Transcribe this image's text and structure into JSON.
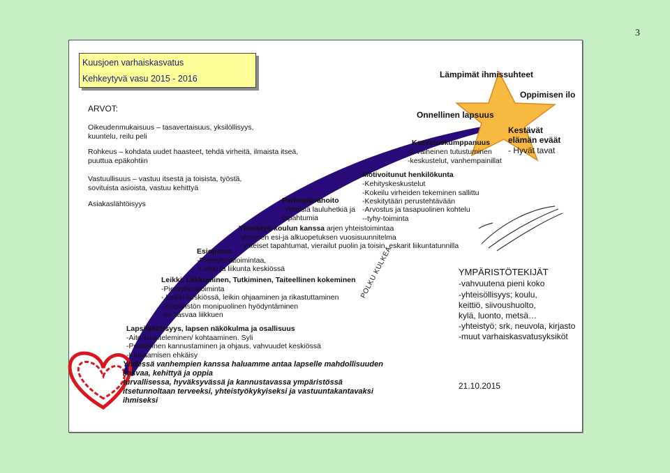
{
  "page_number": "3",
  "title": {
    "line1": "Kuusjoen varhaiskasvatus",
    "line2": "Kehkeytyvä vasu 2015 - 2016"
  },
  "arvot": {
    "heading": "ARVOT:",
    "lines": [
      "Oikeudenmukaisuus – tasavertaisuus, yksilöllisyys,",
      "kuuntelu, reilu peli",
      "Rohkeus – kohdata uudet haasteet, tehdä virheitä, ilmaista itseä,",
      "puuttua epäkohtiin",
      "Vastuullisuus – vastuu itsestä ja toisista, työstä,",
      "sovituista asioista, vastuu kehittyä",
      "Asiakaslähtöisyys"
    ]
  },
  "star_labels": {
    "top": "Lämpimät ihmissuhteet",
    "left": "Onnellinen lapsuus",
    "right": "Oppimisen ilo"
  },
  "kestavat": {
    "line1": "Kestävät",
    "line2": "elämän eväät",
    "line3": "- Hyvät tavat"
  },
  "kasvatuskumppanuus": {
    "heading": "Kasvatuskumppanuus",
    "lines": [
      "-2-vaiheinen tutustuminen",
      "-keskustelut, vanhempainillat"
    ]
  },
  "motivoitunut": {
    "heading": "Motivoitunut henkilökunta",
    "lines": [
      "-Kehityskeskustelut",
      "-Kokeilu virheiden tekeminen sallittu",
      "-Keskitytään perustehtävään",
      "-Arvostus ja tasapuolinen kohtelu",
      "--tyhy-toiminta"
    ]
  },
  "perhepaivahoito": {
    "heading": "Perhepäivähoito",
    "lines": [
      "-Yhteisiä lauluhetkiä ja",
      "tapahtumia"
    ]
  },
  "yhteistyo": {
    "heading": "Yhteistyö koulun kanssa",
    "heading_rest": "arjen yhteistoimintaa",
    "lines": [
      "-yhteinen esi-ja alkuopetuksen vuosisuunnitelma",
      "- yhteiset tapahtumat, vierailut puolin ja toisin, eskarit liikuntatunnilla"
    ]
  },
  "esiopetus": {
    "heading": "Esiopetus",
    "lines": [
      "-Pienryhmätoimintaa,",
      "-Leikki ja liikunta keskiössä"
    ]
  },
  "leikki": {
    "heading": "Leikki, Liikkuminen, Tutkiminen, Taiteellinen kokeminen",
    "lines": [
      "-Pienryhmätoiminta",
      "- Leikki keskiössä, leikin ohjaaminen ja rikastuttaminen",
      "-Ympäristön monipuolinen hyödyntäminen",
      "-Ilo kasvaa liikkuen"
    ]
  },
  "lapsilahtoisyys": {
    "heading": "Lapsilähtöisyys, lapsen näkökulma ja osallisuus",
    "lines": [
      "-Aito kuunteleminen/ kohtaaminen. Syli",
      "-Positiivinen kannustaminen ja ohjaus, vahvuudet keskiössä",
      "-Kiusaamisen ehkäisy"
    ]
  },
  "vision": [
    "Yhdessä vanhempien kanssa haluamme antaa lapselle mahdollisuuden",
    "kasvaa, kehittyä ja oppia",
    "turvallisessa, hyväksyvässä ja kannustavassa ympäristössä",
    "itsetunnoltaan terveeksi, yhteistyökykyiseksi ja vastuuntakantavaksi",
    "ihmiseksi"
  ],
  "polku": "POLKU KULKEA",
  "ymparisto": {
    "heading": "YMPÄRISTÖTEKIJÄT",
    "lines": [
      "-vahvuutena pieni koko",
      "-yhteisöllisyys; koulu,",
      "keittiö, siivoushuolto,",
      "kylä, luonto, metsä…",
      "-yhteistyö; srk, neuvola, kirjasto",
      "-muut varhaiskasvatusyksiköt"
    ]
  },
  "date": "21.10.2015",
  "colors": {
    "background": "#c6f0c4",
    "title_box": "#ffff99",
    "star": "#f8b940",
    "ribbon": "#2a0a78",
    "heart": "#d8161e"
  }
}
